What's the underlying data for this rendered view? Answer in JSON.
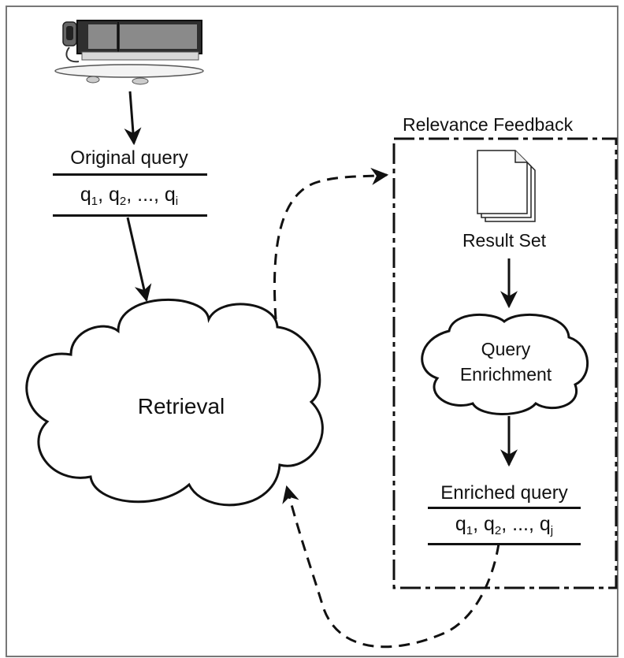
{
  "diagram": {
    "rf_box_title": "Relevance Feedback",
    "original_query": {
      "title": "Original query",
      "terms": [
        {
          "base": "q",
          "sub": "1",
          "sep": ", "
        },
        {
          "base": "q",
          "sub": "2",
          "sep": ", ..., "
        },
        {
          "base": "q",
          "sub": "i",
          "sep": ""
        }
      ]
    },
    "retrieval_label": "Retrieval",
    "result_set_label": "Result Set",
    "enrichment_label_line1": "Query",
    "enrichment_label_line2": "Enrichment",
    "enriched_query": {
      "title": "Enriched query",
      "terms": [
        {
          "base": "q",
          "sub": "1",
          "sep": ", "
        },
        {
          "base": "q",
          "sub": "2",
          "sep": ", ..., "
        },
        {
          "base": "q",
          "sub": "j",
          "sep": ""
        }
      ]
    },
    "icons": [
      "computer-icon",
      "document-stack-icon"
    ]
  }
}
